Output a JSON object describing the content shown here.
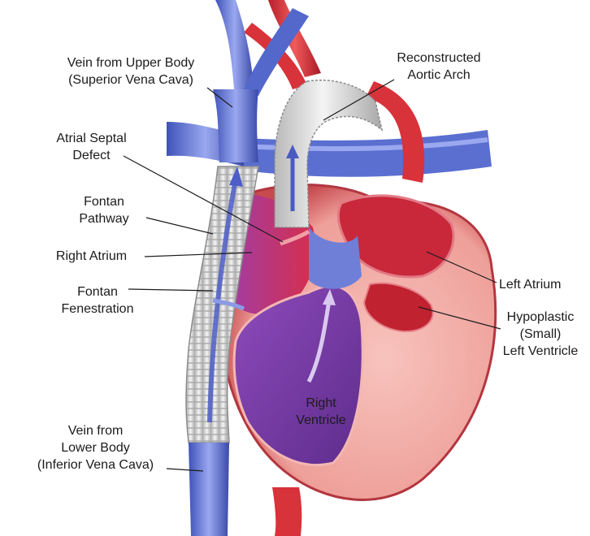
{
  "labels": {
    "svc": [
      "Vein from Upper Body",
      "(Superior Vena Cava)"
    ],
    "aortic_arch": [
      "Reconstructed",
      "Aortic Arch"
    ],
    "asd": [
      "Atrial Septal",
      "Defect"
    ],
    "fontan_pathway": [
      "Fontan",
      "Pathway"
    ],
    "right_atrium": [
      "Right Atrium"
    ],
    "fontan_fenestration": [
      "Fontan",
      "Fenestration"
    ],
    "left_atrium": [
      "Left Atrium"
    ],
    "hypoplastic_lv": [
      "Hypoplastic",
      "(Small)",
      "Left Ventricle"
    ],
    "right_ventricle": [
      "Right",
      "Ventricle"
    ],
    "ivc": [
      "Vein from",
      "Lower Body",
      "(Inferior Vena Cava)"
    ]
  },
  "colors": {
    "vein_blue": "#5b6fd0",
    "vein_light": "#8b9ae6",
    "artery_red": "#d8323a",
    "heart_pink": "#f2a7a2",
    "heart_red": "#c8283a",
    "chamber_purple": "#7b3fa8",
    "tube_grey": "#d9d9d9",
    "leader_line": "#1b1b1b"
  }
}
